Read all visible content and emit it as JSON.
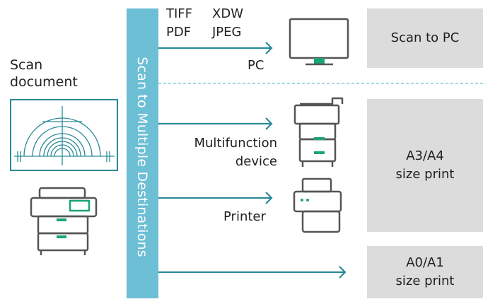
{
  "left": {
    "scan_line1": "Scan",
    "scan_line2": "document"
  },
  "bar": {
    "label": "Scan to Multiple Destinations"
  },
  "formats": {
    "tiff": "TIFF",
    "xdw": "XDW",
    "pdf": "PDF",
    "jpeg": "JPEG"
  },
  "destinations": {
    "pc": "PC",
    "mfd_line1": "Multifunction",
    "mfd_line2": "device",
    "printer": "Printer"
  },
  "outputs": {
    "scan_to_pc": "Scan to PC",
    "a3a4_line1": "A3/A4",
    "a3a4_line2": "size print",
    "a0a1_line1": "A0/A1",
    "a0a1_line2": "size print"
  },
  "colors": {
    "teal": "#2a8a96",
    "bar": "#6cbfd4",
    "green": "#1aa37a",
    "gray_box": "#dcdcdc",
    "device_outline": "#555555"
  }
}
